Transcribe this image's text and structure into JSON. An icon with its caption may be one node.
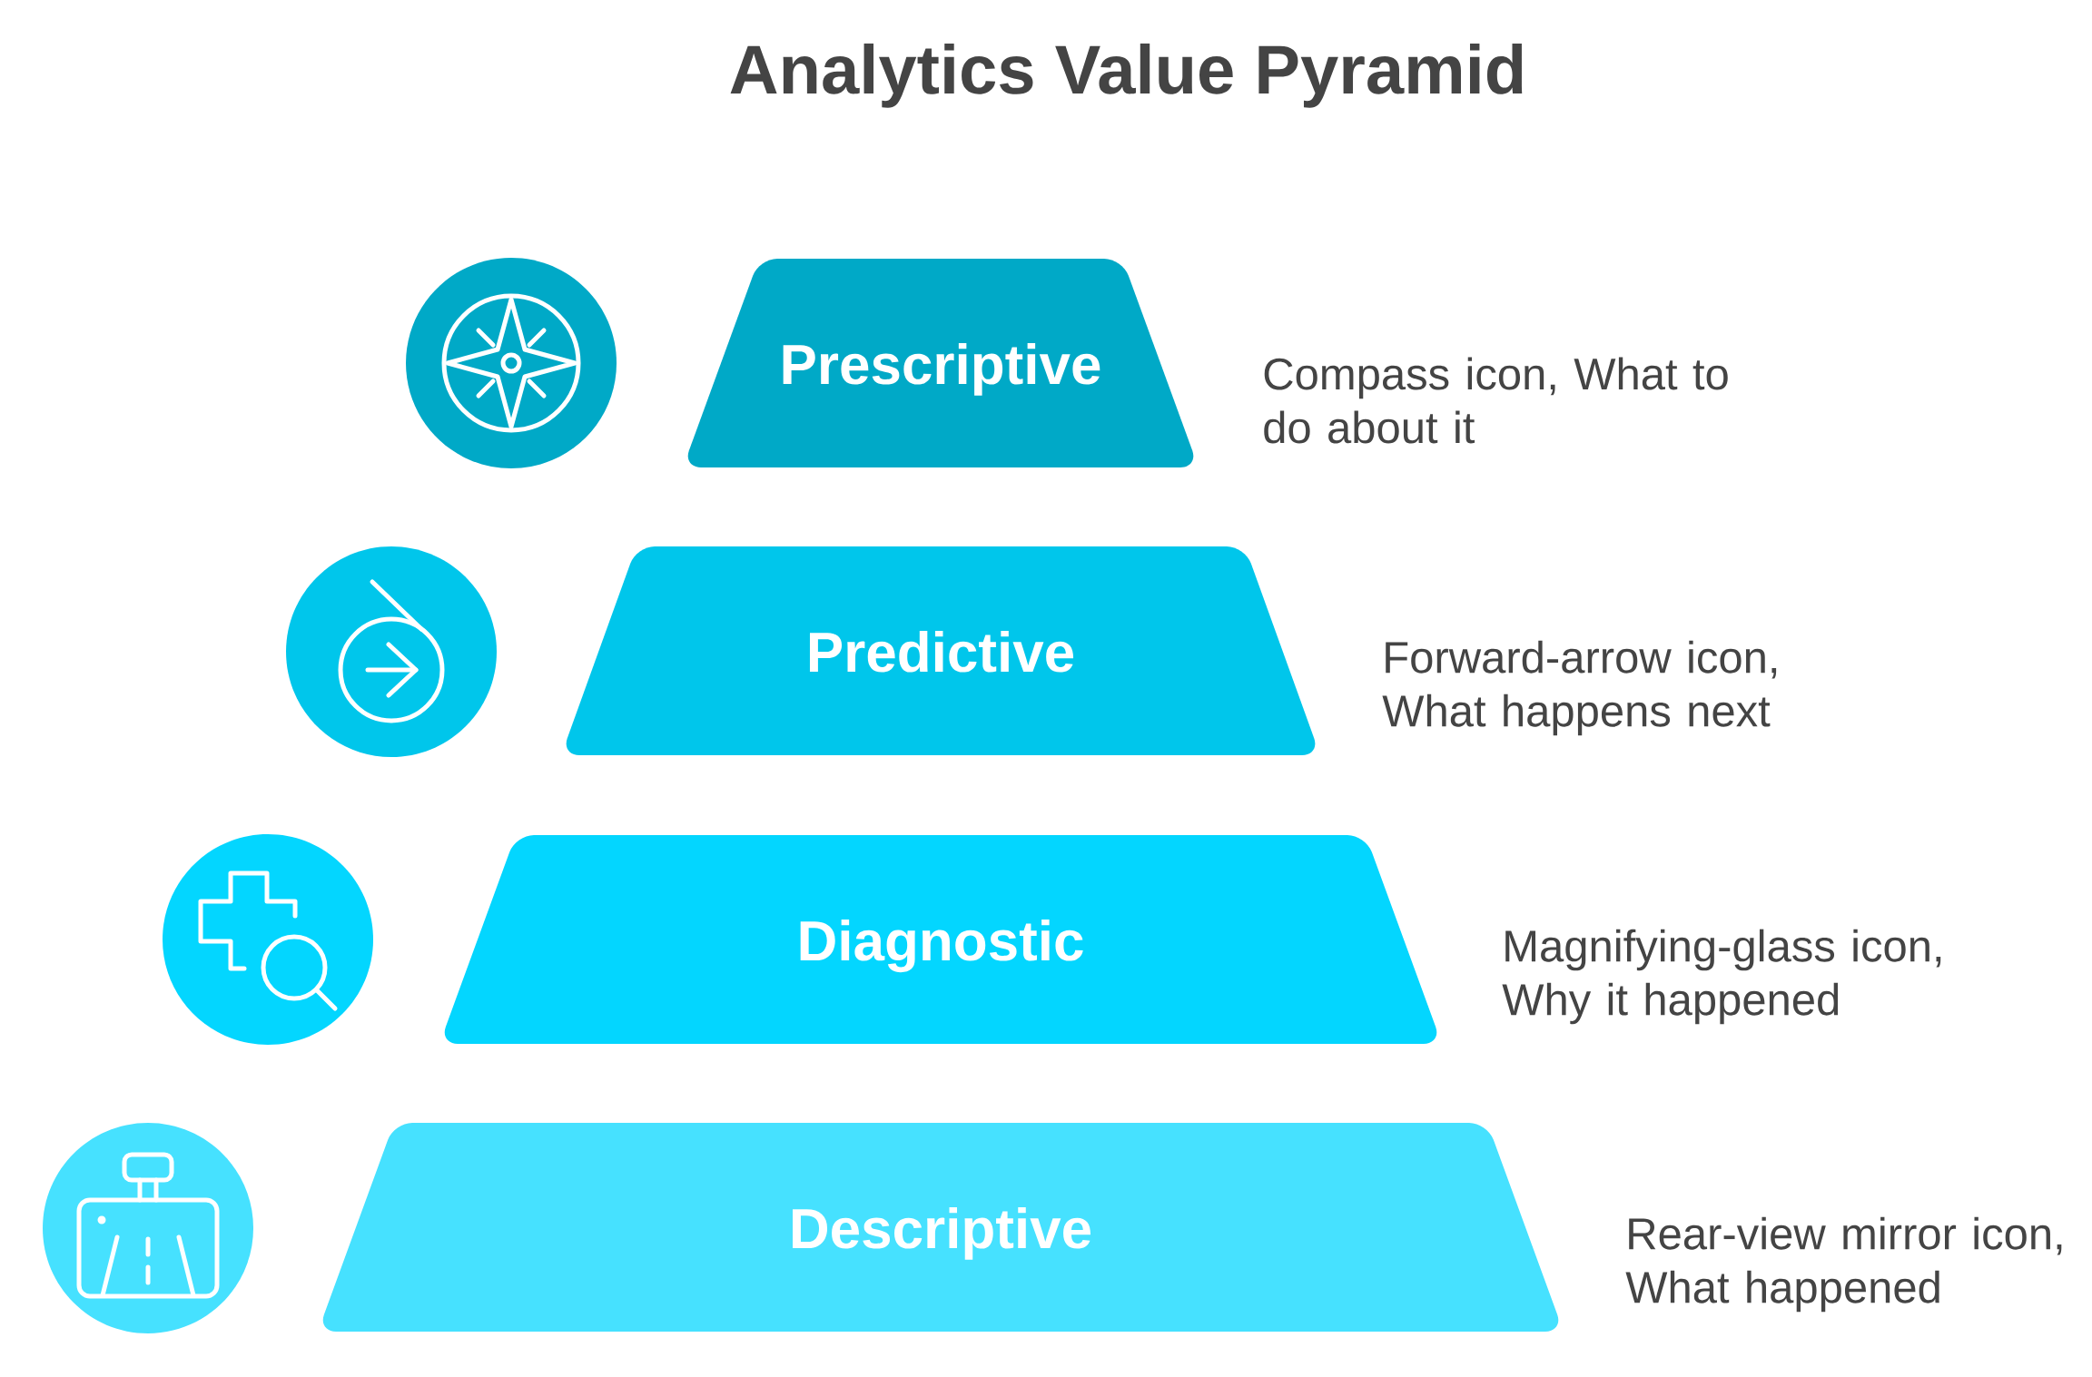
{
  "diagram": {
    "title": "Analytics Value Pyramid",
    "nodes": [
      {
        "text": [
          "Prescriptive"
        ],
        "beside": [
          "Compass icon, What to do about it"
        ]
      },
      {
        "text": [
          "Predictive"
        ],
        "beside": [
          "Forward-arrow icon, What happens next"
        ]
      },
      {
        "text": [
          "Diagnostic"
        ],
        "beside": [
          "Magnifying-glass icon, Why it happened"
        ]
      },
      {
        "text": [
          "Descriptive"
        ],
        "beside": [
          "Rear-view mirror icon, What happened"
        ]
      }
    ]
  }
}
